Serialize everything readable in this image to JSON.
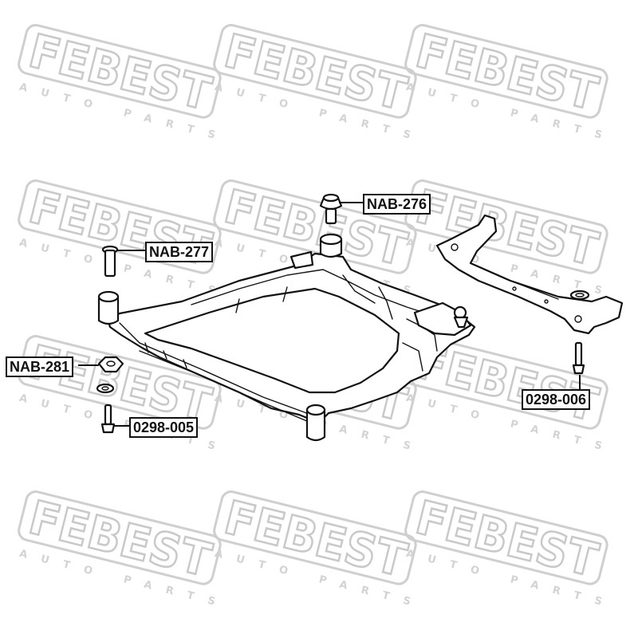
{
  "watermark": {
    "brand": "FEBEST",
    "tagline": "AUTO PARTS",
    "color": "#c9c9c9"
  },
  "callouts": {
    "nab276": "NAB-276",
    "nab277": "NAB-277",
    "nab281": "NAB-281",
    "p0298_005": "0298-005",
    "p0298_006": "0298-006"
  },
  "colors": {
    "line": "#111111",
    "background": "#ffffff"
  }
}
